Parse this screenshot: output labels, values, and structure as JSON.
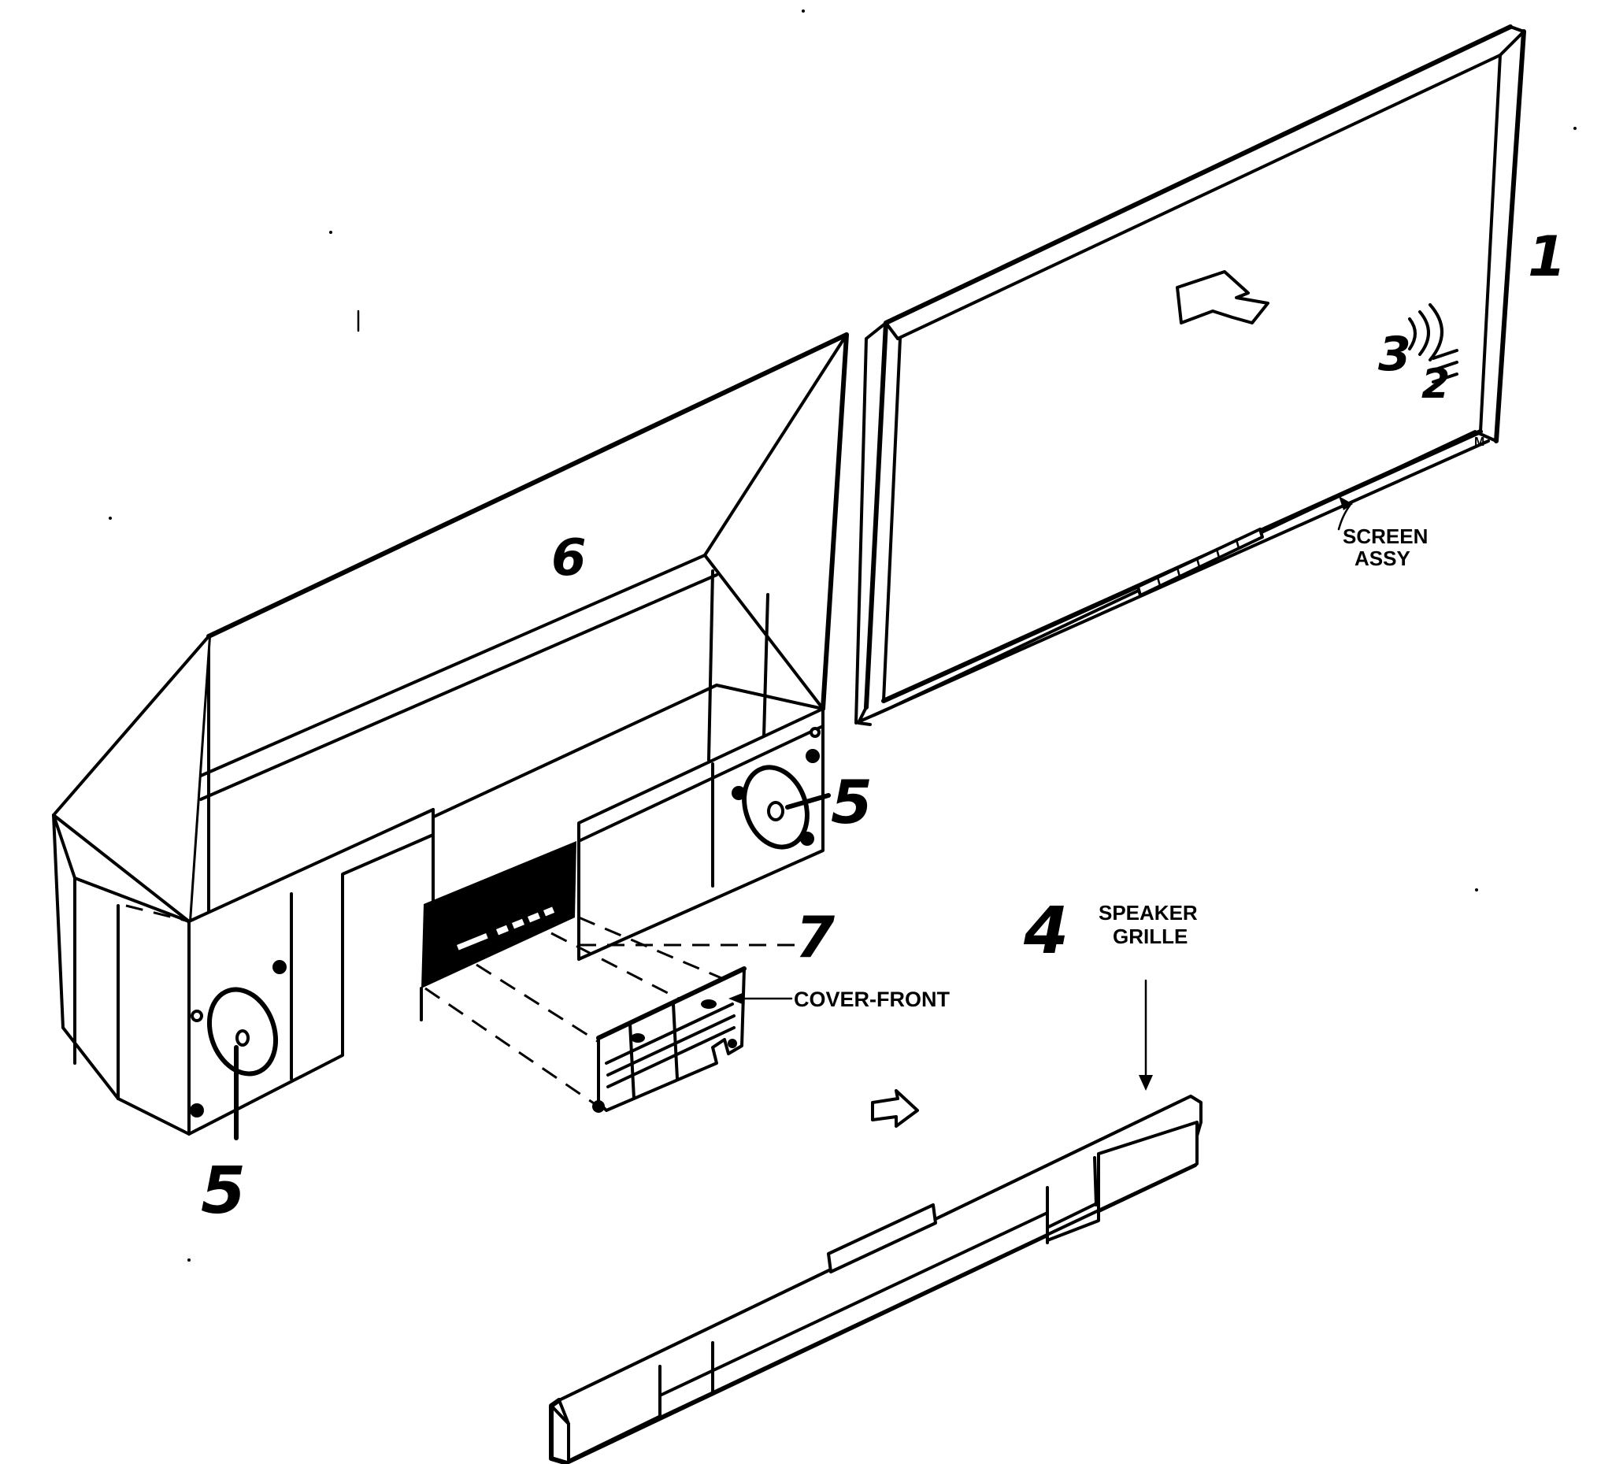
{
  "callouts": {
    "screen": "1",
    "part2": "2",
    "part3": "3",
    "grille": "4",
    "speaker_right": "5",
    "speaker_left": "5",
    "cabinet": "6",
    "cover": "7"
  },
  "labels": {
    "screen_assy_line1": "SCREEN",
    "screen_assy_line2": "ASSY",
    "speaker_grille_line1": "SPEAKER",
    "speaker_grille_line2": "GRILLE",
    "cover_front": "COVER-FRONT"
  }
}
